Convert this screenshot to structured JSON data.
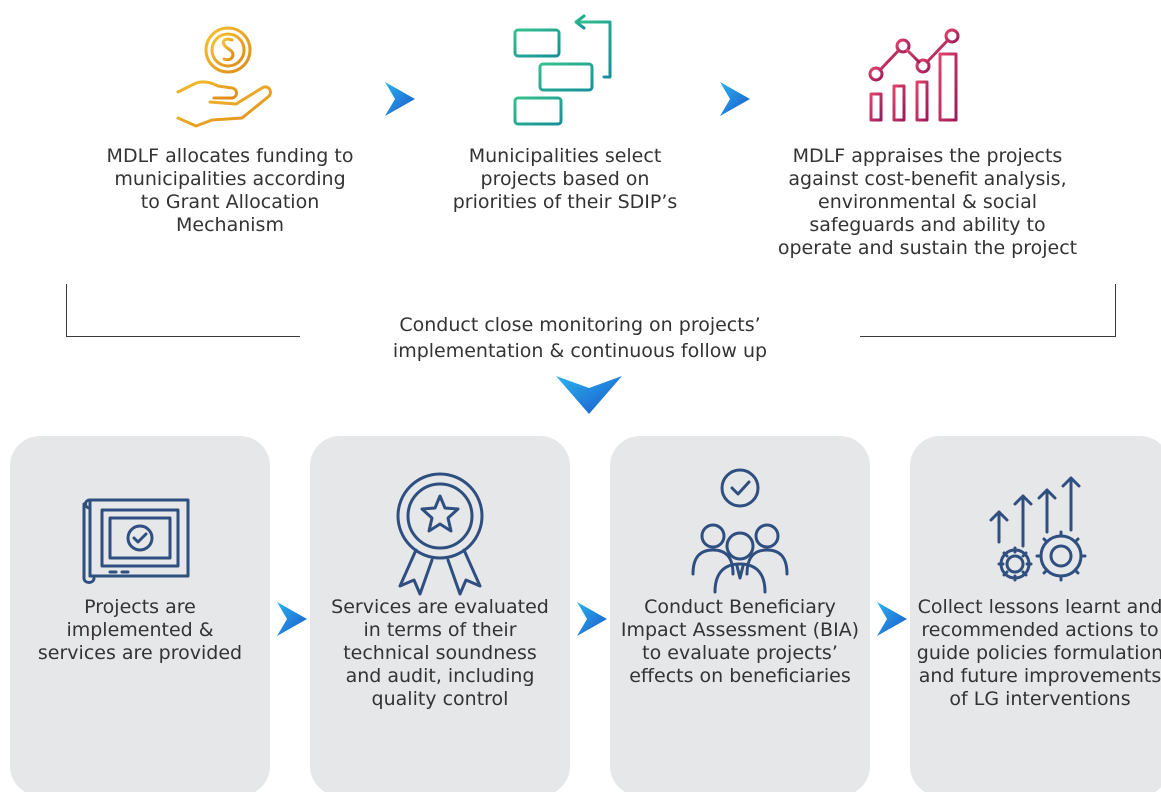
{
  "top_steps": [
    {
      "icon": "hand-coin-icon",
      "text": "MDLF allocates funding to municipalities according to Grant Allocation Mechanism"
    },
    {
      "icon": "workflow-list-icon",
      "text": "Municipalities select projects based on priorities of their SDIP’s"
    },
    {
      "icon": "growth-chart-icon",
      "text": "MDLF appraises the projects against cost-benefit analysis, environmental & social safeguards and ability to operate and sustain the project"
    }
  ],
  "monitoring": {
    "line1": "Conduct close monitoring on projects’",
    "line2": "implementation & continuous follow up"
  },
  "bottom_steps": [
    {
      "icon": "blueprint-check-icon",
      "text": "Projects are implemented & services are provided"
    },
    {
      "icon": "award-badge-icon",
      "text": "Services are evaluated in terms of their technical soundness and audit, including quality control"
    },
    {
      "icon": "team-check-icon",
      "text": "Conduct Beneficiary Impact Assessment (BIA) to evaluate projects’ effects on beneficiaries"
    },
    {
      "icon": "gears-arrows-icon",
      "text": "Collect lessons learnt and recommended actions to guide policies formulation and future improvements of LG interventions"
    }
  ],
  "colors": {
    "gold": "#e9a321",
    "teal": "#1fa78b",
    "magenta": "#c2185b",
    "arrow_blue": "#1e6fd9",
    "icon_navy": "#2e4f7f",
    "card_gray": "#e6e7e9"
  }
}
